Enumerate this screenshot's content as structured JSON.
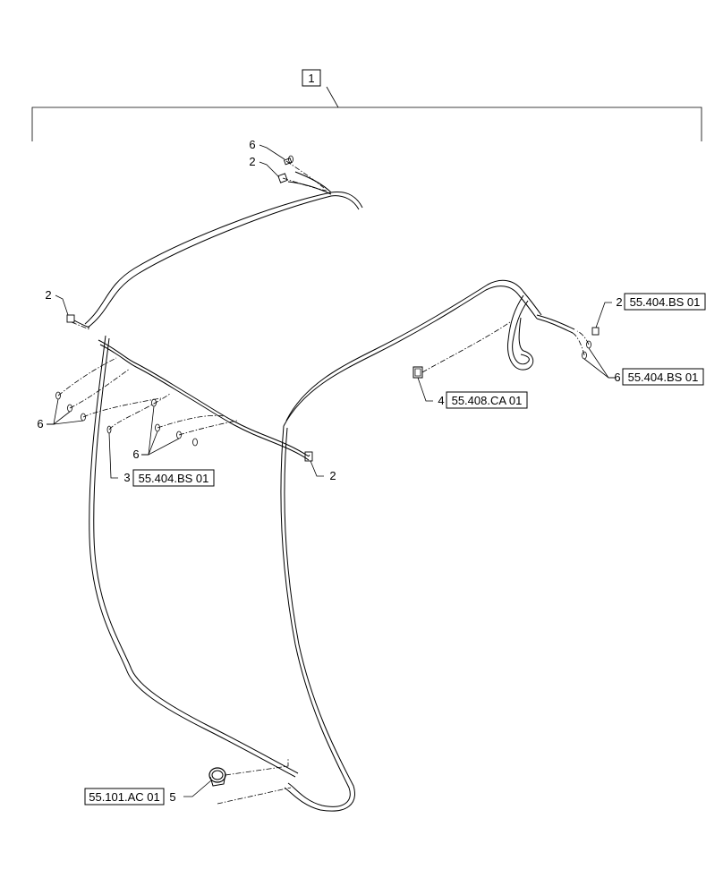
{
  "item_1": "1",
  "callouts": {
    "top_6": "6",
    "top_2": "2",
    "left_2": "2",
    "left_6": "6",
    "mid_6": "6",
    "item_3": "3",
    "ref_3": "55.404.BS 01",
    "center_2": "2",
    "item_4": "4",
    "ref_4": "55.408.CA 01",
    "right_2": "2",
    "ref_right_2": "55.404.BS 01",
    "right_6": "6",
    "ref_right_6": "55.404.BS 01",
    "ref_5": "55.101.AC 01",
    "item_5": "5"
  }
}
